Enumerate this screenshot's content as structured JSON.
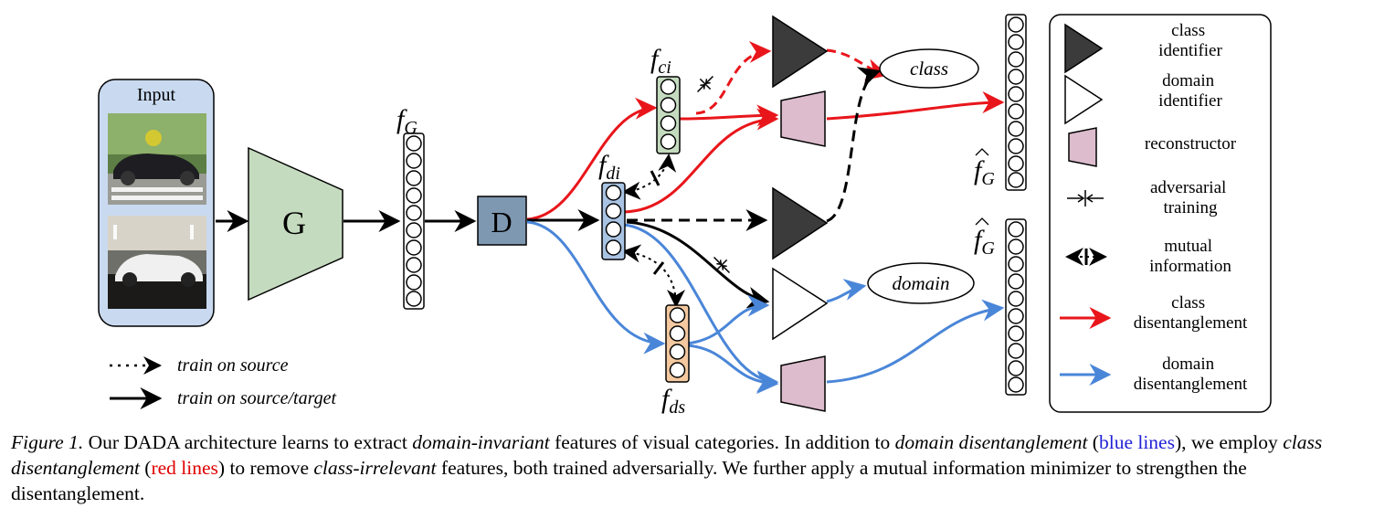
{
  "diagram": {
    "input_label": "Input",
    "generator_label": "G",
    "disentangler_label": "D",
    "features": {
      "f_G": {
        "base": "f",
        "sub": "G"
      },
      "f_ci": {
        "base": "f",
        "sub": "ci"
      },
      "f_di": {
        "base": "f",
        "sub": "di"
      },
      "f_ds": {
        "base": "f",
        "sub": "ds"
      },
      "fhat_G_top": {
        "base": "f",
        "sub": "G"
      },
      "fhat_G_bottom": {
        "base": "f",
        "sub": "G"
      }
    },
    "outputs": {
      "class": "class",
      "domain": "domain"
    },
    "colors": {
      "red": "#e8161b",
      "blue": "#4a86d8",
      "input_bg": "#c9daf0",
      "generator": "#c5dbbf",
      "disentangler": "#7f98b2",
      "f_ci_fill": "#c5dbbf",
      "f_di_fill": "#a9c3e3",
      "f_ds_fill": "#f4c9a0",
      "class_identifier": "#3b3b3b",
      "reconstructor": "#dcbccd"
    },
    "bottom_legend": {
      "dotted": "train on source",
      "solid": "train on source/target"
    },
    "legend": {
      "class_identifier": [
        "class",
        "identifier"
      ],
      "domain_identifier": [
        "domain",
        "identifier"
      ],
      "reconstructor": "reconstructor",
      "adversarial_training": [
        "adversarial",
        "training"
      ],
      "mutual_information": [
        "mutual",
        "information"
      ],
      "class_disentanglement": [
        "class",
        "disentanglement"
      ],
      "domain_disentanglement": [
        "domain",
        "disentanglement"
      ]
    }
  },
  "caption": {
    "figure_label": "Figure 1.",
    "t1": " Our DADA architecture learns to extract ",
    "e1": "domain-invariant",
    "t2": " features of visual categories. In addition to ",
    "e2": "domain disentanglement",
    "t3": " (",
    "blue_text": "blue lines",
    "t4": "), we employ ",
    "e3": "class disentanglement",
    "t5": " (",
    "red_text": "red lines",
    "t6": ") to remove ",
    "e4": "class-irrelevant",
    "t7": " features, both trained adversarially. We further apply a mutual information minimizer to strengthen the disentanglement."
  }
}
